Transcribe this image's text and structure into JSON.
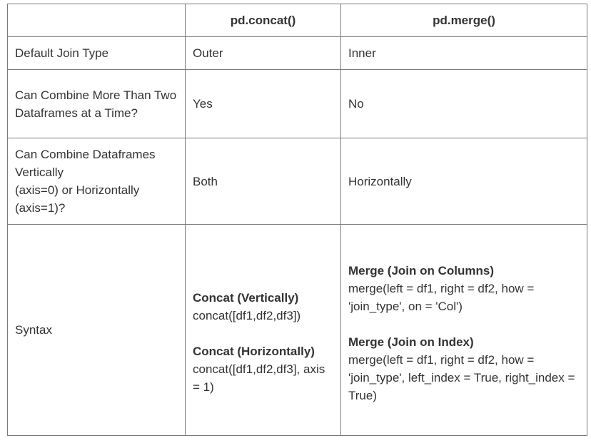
{
  "table": {
    "columns": [
      "",
      "pd.concat()",
      "pd.merge()"
    ],
    "rows": [
      {
        "label": "Default Join Type",
        "concat": "Outer",
        "merge": "Inner"
      },
      {
        "label": "Can Combine More Than Two Dataframes at a Time?",
        "concat": "Yes",
        "merge": "No"
      },
      {
        "label_lines": [
          "Can Combine Dataframes Vertically",
          "(axis=0) or Horizontally (axis=1)?"
        ],
        "concat": "Both",
        "merge": "Horizontally"
      },
      {
        "label": "Syntax",
        "concat_blocks": [
          {
            "title": "Concat (Vertically)",
            "code": "concat([df1,df2,df3])"
          },
          {
            "title": "Concat (Horizontally)",
            "code": "concat([df1,df2,df3], axis = 1)"
          }
        ],
        "merge_blocks": [
          {
            "title": "Merge (Join on Columns)",
            "code": "merge(left = df1, right = df2, how = 'join_type', on = 'Col')"
          },
          {
            "title": "Merge (Join on Index)",
            "code": "merge(left = df1, right = df2, how = 'join_type', left_index = True, right_index = True)"
          }
        ]
      }
    ]
  }
}
